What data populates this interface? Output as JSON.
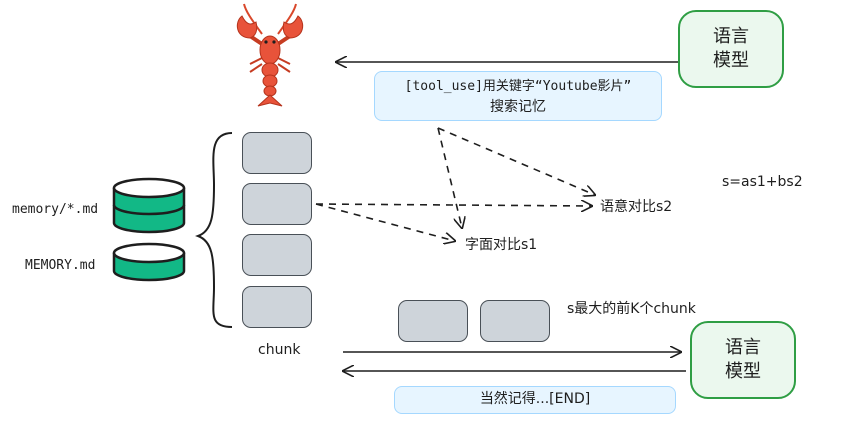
{
  "top_model": {
    "label": "语言\n模型"
  },
  "bottom_model": {
    "label": "语言\n模型"
  },
  "query_note": {
    "line1": "[tool_use]用关键字“Youtube影片”",
    "line2": "搜索记忆"
  },
  "files": {
    "memory_glob": "memory/*.md",
    "memory_main": "MEMORY.md"
  },
  "chunk_label": "chunk",
  "semantic_compare": "语意对比s2",
  "literal_compare": "字面对比s1",
  "formula": "s=as1+bs2",
  "topk_label": "s最大的前K个chunk",
  "answer_note": "当然记得...[END]",
  "colors": {
    "model_fill": "#ebf8ee",
    "model_stroke": "#2f9e44",
    "note_fill": "#e7f5ff",
    "note_stroke": "#a5d8ff",
    "chunk_fill": "#ced4da",
    "db_fill": "#12b886"
  },
  "icons": {
    "mascot": "lobster-icon",
    "storage": "database-icon"
  }
}
